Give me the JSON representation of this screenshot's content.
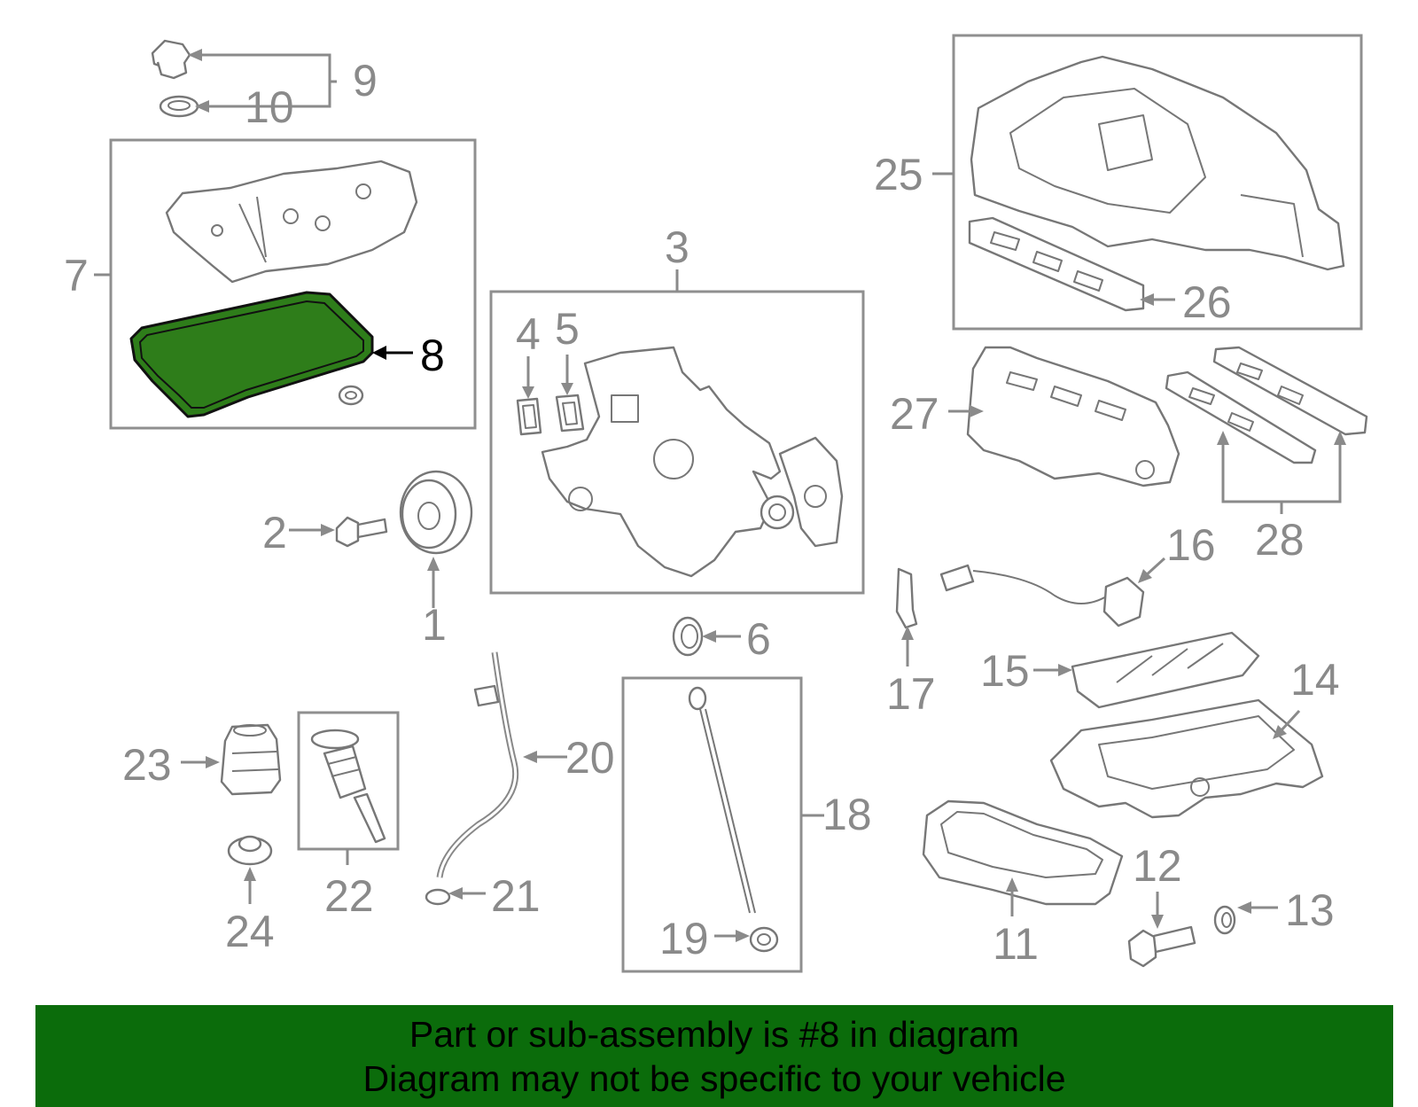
{
  "highlight_color": "#2e7d1a",
  "banner_color": "#0b6c0b",
  "callouts": [
    {
      "id": "1",
      "text": "1"
    },
    {
      "id": "2",
      "text": "2"
    },
    {
      "id": "3",
      "text": "3"
    },
    {
      "id": "4",
      "text": "4"
    },
    {
      "id": "5",
      "text": "5"
    },
    {
      "id": "6",
      "text": "6"
    },
    {
      "id": "7",
      "text": "7"
    },
    {
      "id": "8",
      "text": "8"
    },
    {
      "id": "9",
      "text": "9"
    },
    {
      "id": "10",
      "text": "10"
    },
    {
      "id": "11",
      "text": "11"
    },
    {
      "id": "12",
      "text": "12"
    },
    {
      "id": "13",
      "text": "13"
    },
    {
      "id": "14",
      "text": "14"
    },
    {
      "id": "15",
      "text": "15"
    },
    {
      "id": "16",
      "text": "16"
    },
    {
      "id": "17",
      "text": "17"
    },
    {
      "id": "18",
      "text": "18"
    },
    {
      "id": "19",
      "text": "19"
    },
    {
      "id": "20",
      "text": "20"
    },
    {
      "id": "21",
      "text": "21"
    },
    {
      "id": "22",
      "text": "22"
    },
    {
      "id": "23",
      "text": "23"
    },
    {
      "id": "24",
      "text": "24"
    },
    {
      "id": "25",
      "text": "25"
    },
    {
      "id": "26",
      "text": "26"
    },
    {
      "id": "27",
      "text": "27"
    },
    {
      "id": "28",
      "text": "28"
    }
  ],
  "highlighted_part": "8",
  "banner": {
    "line1": "Part or sub-assembly is #8 in diagram",
    "line2": "Diagram may not be specific to your vehicle"
  }
}
